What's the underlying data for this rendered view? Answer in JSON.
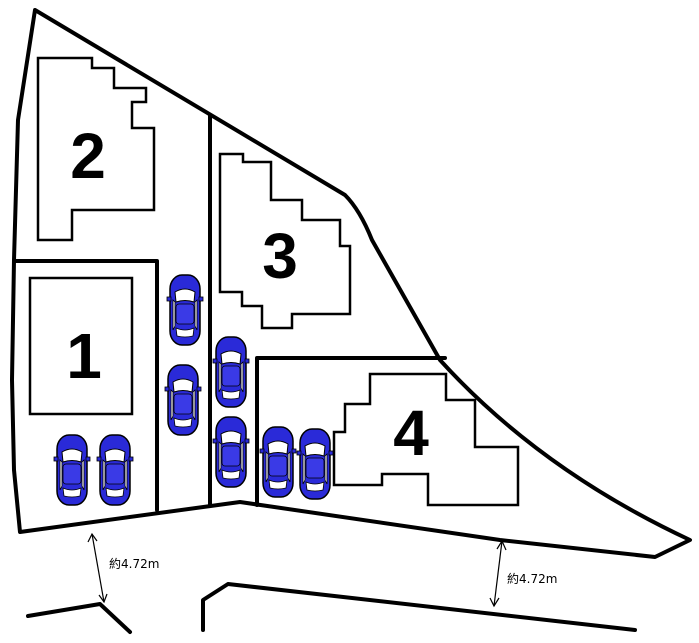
{
  "lots": [
    {
      "number": "1"
    },
    {
      "number": "2"
    },
    {
      "number": "3"
    },
    {
      "number": "4"
    }
  ],
  "road_width_labels": [
    "約4.72m",
    "約4.72m"
  ],
  "colors": {
    "line": "#000000",
    "car_body": "#2a2ad8",
    "car_window": "#ffffff",
    "background": "#ffffff"
  }
}
